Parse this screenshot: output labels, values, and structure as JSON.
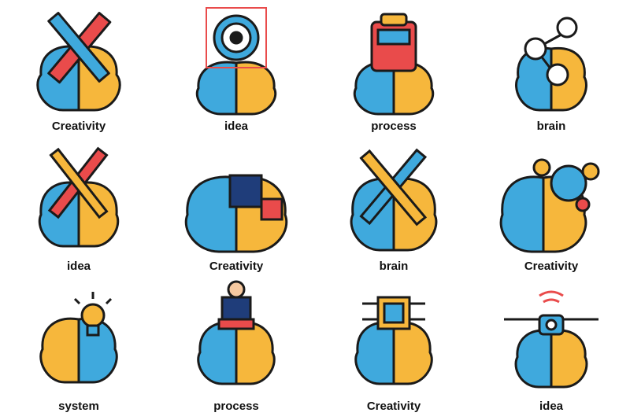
{
  "icons": [
    {
      "label": "Creativity",
      "icon": "pencil-ruler-icon"
    },
    {
      "label": "idea",
      "icon": "eye-target-icon"
    },
    {
      "label": "process",
      "icon": "backpack-icon"
    },
    {
      "label": "brain",
      "icon": "molecule-icon"
    },
    {
      "label": "idea",
      "icon": "tools-icon"
    },
    {
      "label": "Creativity",
      "icon": "puzzle-icon"
    },
    {
      "label": "brain",
      "icon": "hammer-ruler-icon"
    },
    {
      "label": "Creativity",
      "icon": "globe-gears-icon"
    },
    {
      "label": "system",
      "icon": "lightbulb-icon"
    },
    {
      "label": "process",
      "icon": "speaker-podium-icon"
    },
    {
      "label": "Creativity",
      "icon": "dollar-chip-icon"
    },
    {
      "label": "idea",
      "icon": "drone-icon"
    }
  ],
  "colors": {
    "blue": "#3fa9dd",
    "orange": "#f6b73c",
    "red": "#e94b4b",
    "outline": "#1a1a1a",
    "navy": "#1f3d7a"
  }
}
